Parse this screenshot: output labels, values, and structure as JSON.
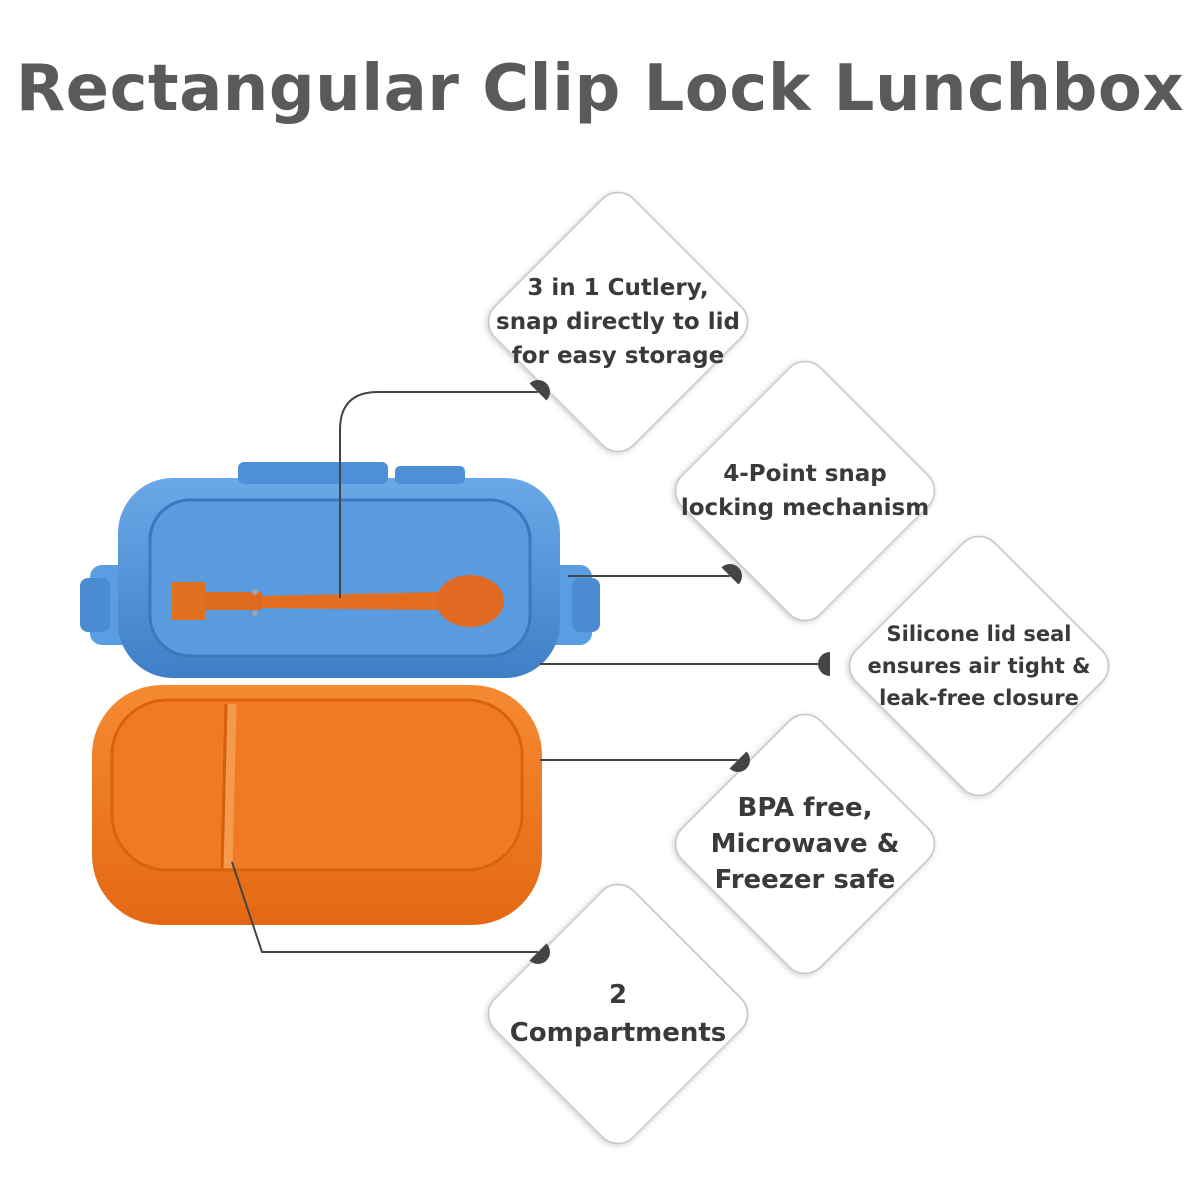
{
  "title": "Rectangular Clip Lock Lunchbox",
  "colors": {
    "title_text": "#5a5a5a",
    "card_text": "#3a3a3a",
    "card_border": "#c4c4c4",
    "connector": "#444444",
    "lid_blue": "#4d8fd6",
    "box_orange": "#ee7420",
    "spork_orange": "#e06a22"
  },
  "features": [
    {
      "id": "cutlery",
      "lines": [
        "3 in 1 Cutlery,",
        "snap directly to lid",
        "for easy storage"
      ]
    },
    {
      "id": "snap-lock",
      "lines": [
        "4-Point snap",
        "locking mechanism"
      ]
    },
    {
      "id": "silicone-seal",
      "lines": [
        "Silicone lid seal",
        "ensures air tight &",
        "leak-free closure"
      ]
    },
    {
      "id": "bpa-free",
      "lines": [
        "BPA free,",
        "Microwave &",
        "Freezer safe"
      ]
    },
    {
      "id": "compartments",
      "lines": [
        "2",
        "Compartments"
      ]
    }
  ]
}
